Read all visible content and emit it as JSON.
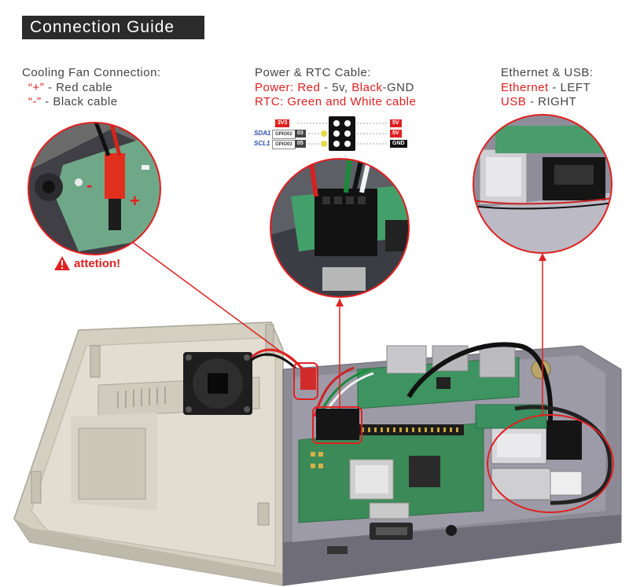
{
  "title": "Connection Guide",
  "fan": {
    "heading": "Cooling Fan Connection:",
    "plus_symbol": "“+”",
    "plus_text": " - Red cable",
    "minus_symbol": "“-”",
    "minus_text": " - Black cable",
    "warning": "attetion!",
    "minus_mark": "-",
    "plus_mark": "+"
  },
  "power": {
    "heading": "Power & RTC Cable:",
    "line1_a": "Power: Red",
    "line1_b": " - 5v, ",
    "line1_c": "Black",
    "line1_d": "-GND",
    "line2": "RTC: Green and White cable"
  },
  "ethernet": {
    "heading": "Ethernet & USB:",
    "line1_a": "Ethernet",
    "line1_b": " - LEFT",
    "line2_a": "USB",
    "line2_b": " - RIGHT"
  },
  "pinout": {
    "left": [
      {
        "label": "3V3",
        "gpio": "",
        "num": ""
      },
      {
        "label": "SDA1",
        "gpio": "GPIO02",
        "num": "03"
      },
      {
        "label": "SCL1",
        "gpio": "GPIO03",
        "num": "05"
      }
    ],
    "right": [
      "5V",
      "5V",
      "GND"
    ]
  },
  "colors": {
    "accent": "#e02020",
    "case_grey": "#d6d2c4",
    "case_dark": "#8a8a94",
    "pcb_green": "#3a8a5a"
  }
}
